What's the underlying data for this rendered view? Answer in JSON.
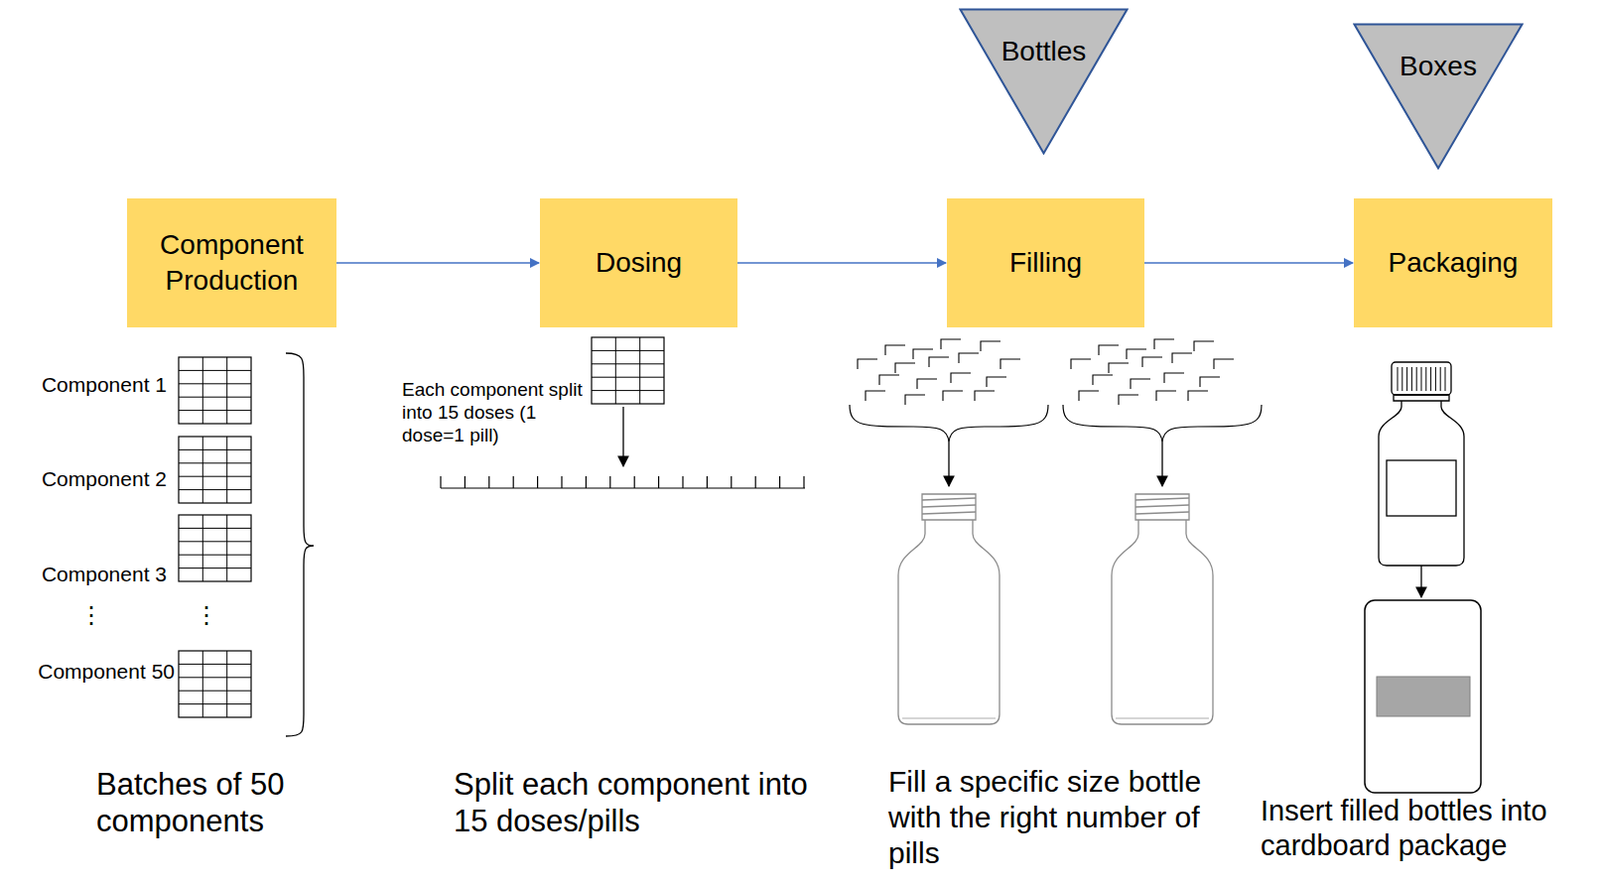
{
  "diagram": {
    "nodes": [
      {
        "text": [
          "Component Production"
        ]
      },
      {
        "text": [
          "Dosing"
        ]
      },
      {
        "text": [
          "Filling"
        ]
      },
      {
        "text": [
          "Packaging"
        ]
      },
      {
        "text": [
          "Bottles"
        ]
      },
      {
        "text": [
          "Boxes"
        ]
      }
    ],
    "edges": [
      {
        "from": 0,
        "to": 1,
        "arrow": "to"
      },
      {
        "from": 1,
        "to": 2,
        "arrow": "to"
      },
      {
        "from": 2,
        "to": 3,
        "arrow": "to"
      }
    ],
    "labels": [
      "Component 1",
      "Component 2",
      "Component 3",
      "⋮",
      "⋮",
      "Component 50",
      "Batches of 50 components",
      "Each component split into 15 doses (1 dose=1 pill)",
      "Split each component into 15 doses/pills",
      "Fill a specific size bottle with the right number of pills",
      "Insert filled bottles into cardboard package"
    ]
  }
}
